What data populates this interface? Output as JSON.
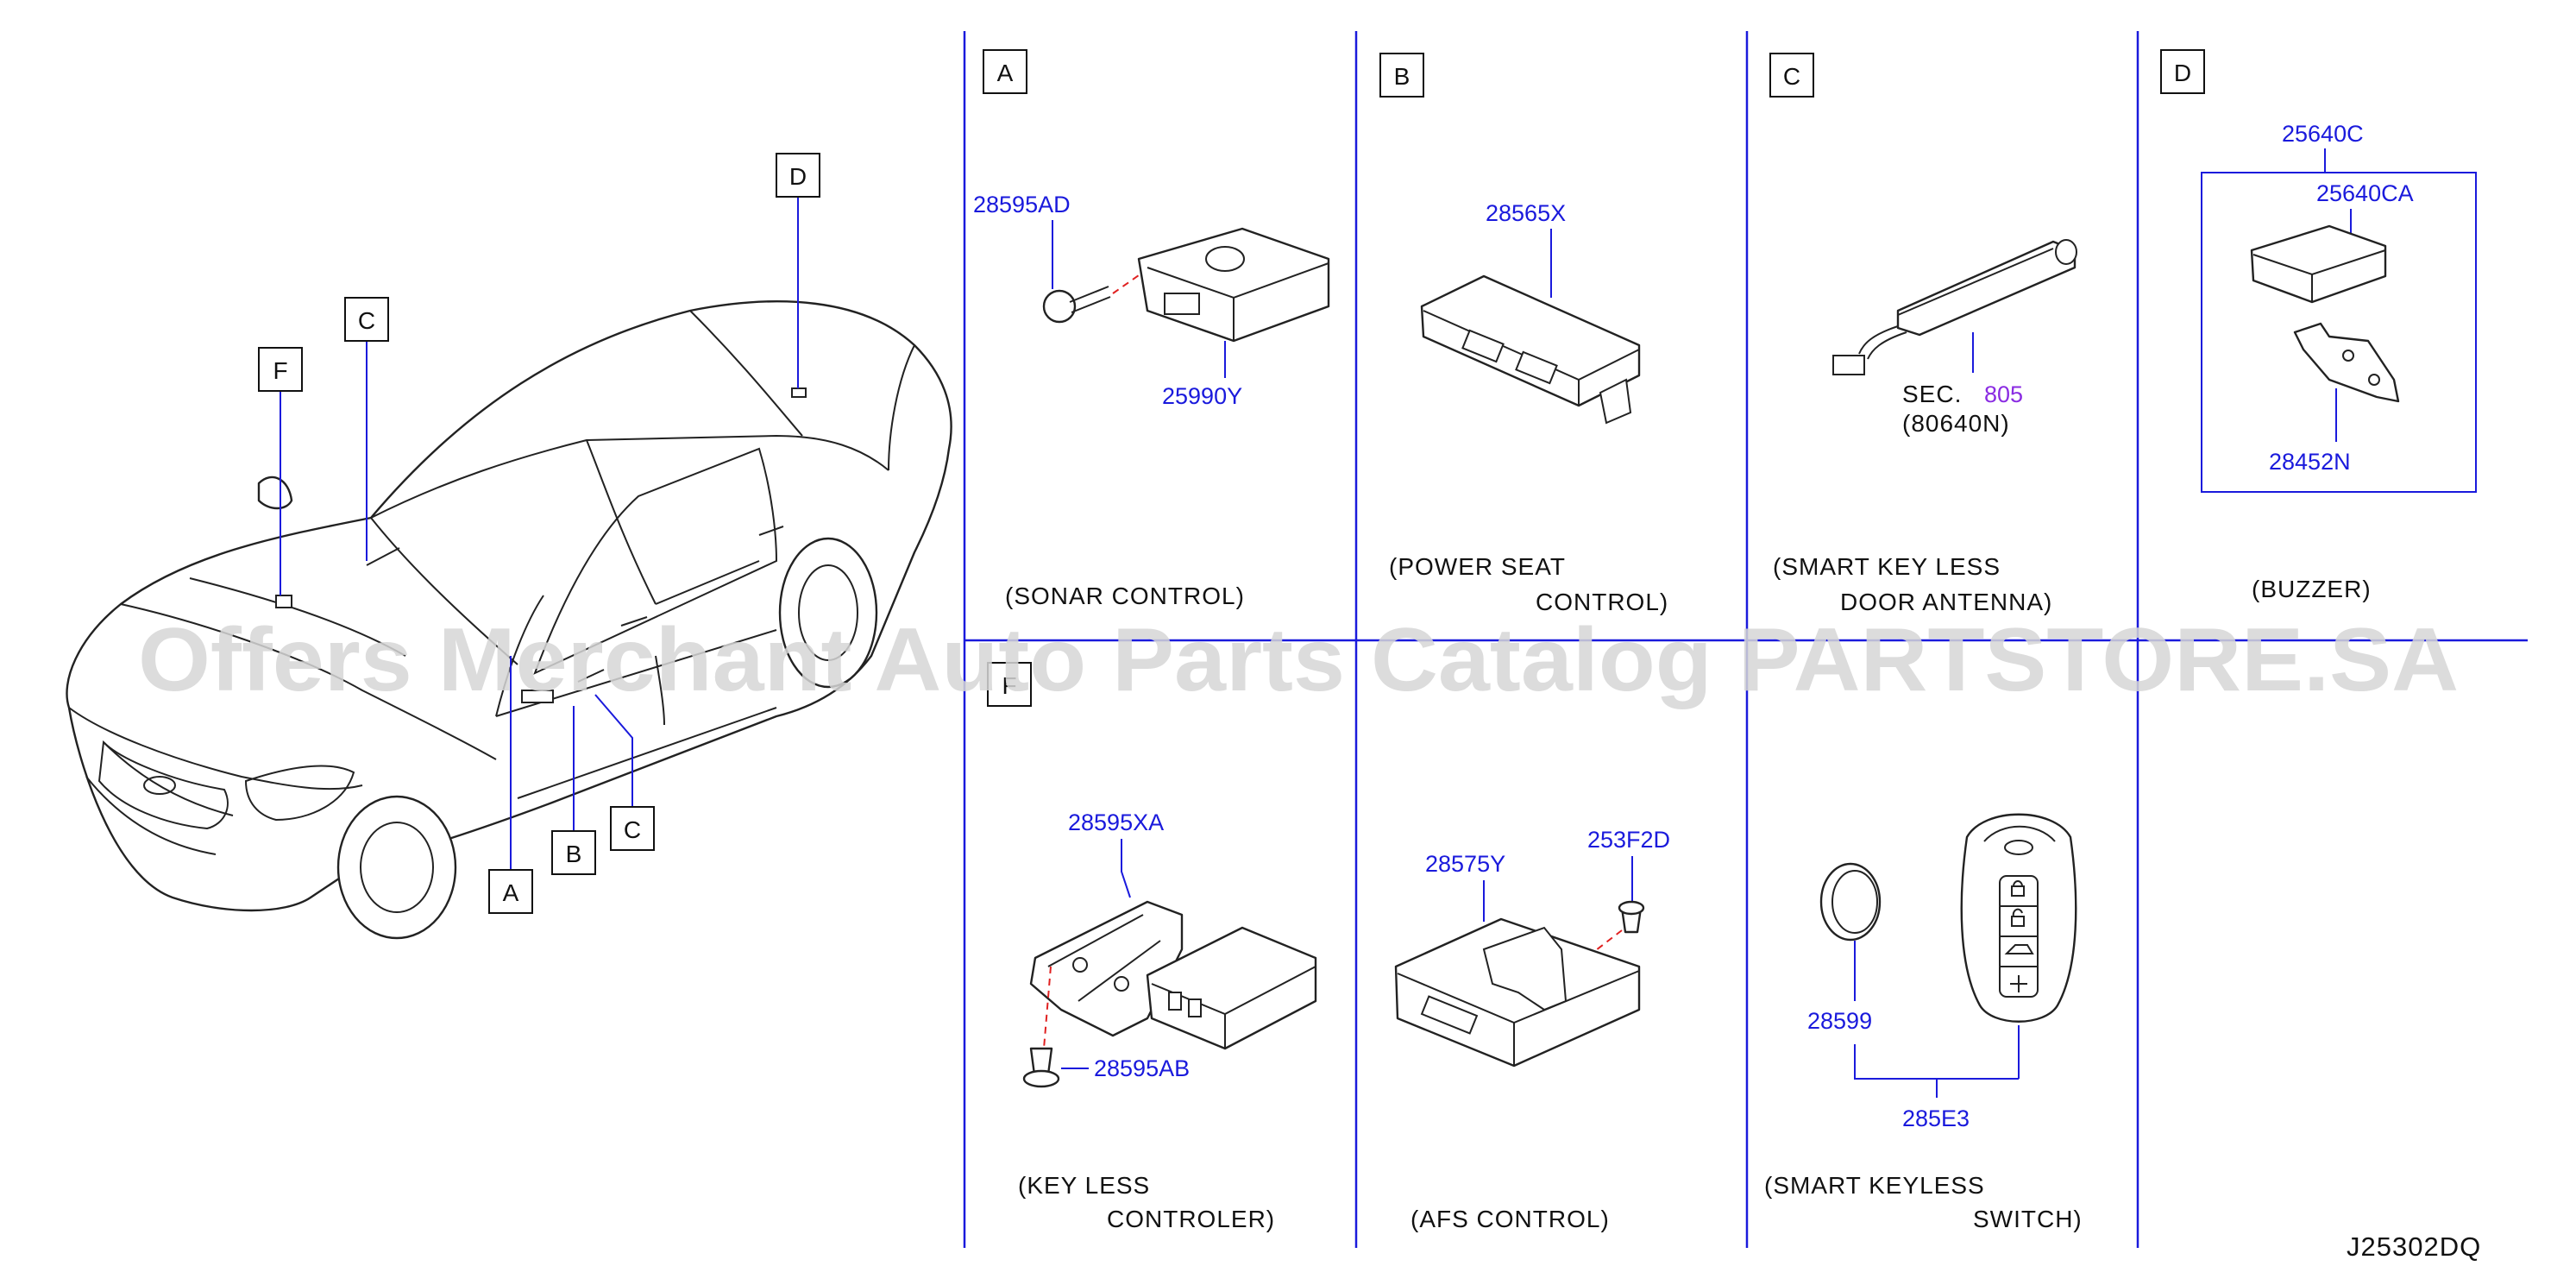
{
  "diagram_code": "J25302DQ",
  "watermark": "Offers Merchant Auto Parts Catalog PARTSTORE.SA",
  "car_callouts": [
    "A",
    "B",
    "C",
    "C",
    "D",
    "F"
  ],
  "sections": [
    {
      "id": "A",
      "caption_lines": [
        "(SONAR   CONTROL)"
      ],
      "parts": [
        "28595AD",
        "25990Y"
      ]
    },
    {
      "id": "B",
      "caption_lines": [
        "(POWER   SEAT",
        "CONTROL)"
      ],
      "parts": [
        "28565X"
      ]
    },
    {
      "id": "C",
      "caption_lines": [
        "(SMART   KEY   LESS",
        "DOOR   ANTENNA)"
      ],
      "parts": [],
      "sec_prefix": "SEC.",
      "sec_number": "805",
      "sec_ref": "(80640N)"
    },
    {
      "id": "D",
      "caption_lines": [
        "(BUZZER)"
      ],
      "parts": [
        "25640C",
        "25640CA",
        "28452N"
      ]
    },
    {
      "id": "F",
      "caption_lines": [
        "(KEY   LESS",
        "CONTROLER)"
      ],
      "parts": [
        "28595XA",
        "28595AB"
      ]
    },
    {
      "id": "",
      "caption_lines": [
        "(AFS   CONTROL)"
      ],
      "parts": [
        "28575Y",
        "253F2D"
      ]
    },
    {
      "id": "",
      "caption_lines": [
        "(SMART   KEYLESS",
        "SWITCH)"
      ],
      "parts": [
        "28599",
        "285E3"
      ]
    }
  ],
  "colors": {
    "part_number": "#1a1adc",
    "section_ref": "#8a2be2",
    "divider": "#1a1adc",
    "dashed_line": "#e02020",
    "watermark": "#d6d6d6"
  }
}
